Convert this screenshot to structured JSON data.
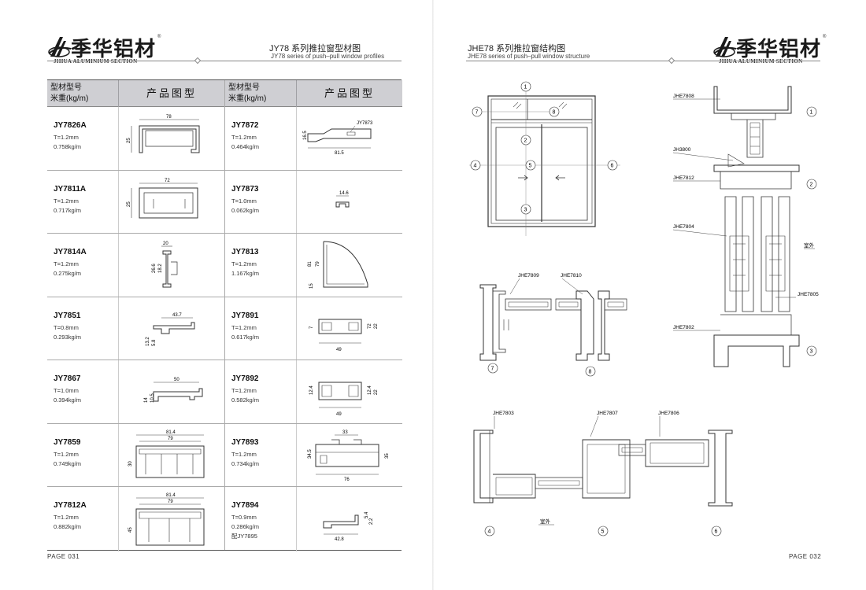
{
  "brand": {
    "name_cn": "季华铝材",
    "name_en": "JIHUA ALUMINIUM SECTION",
    "reg": "®"
  },
  "left_page": {
    "title_cn": "JY78 系列推拉窗型材图",
    "title_en": "JY78 series of push–pull window profiles",
    "page": "PAGE 031",
    "table_header": {
      "type_label": "型材型号",
      "weight_label": "米重(kg/m)",
      "image_label": "产品图型"
    },
    "col1": [
      {
        "code": "JY7826A",
        "t": "T=1.2mm",
        "w": "0.758kg/m",
        "dims": [
          "78",
          "25"
        ]
      },
      {
        "code": "JY7811A",
        "t": "T=1.2mm",
        "w": "0.717kg/m",
        "dims": [
          "72",
          "25"
        ]
      },
      {
        "code": "JY7814A",
        "t": "T=1.2mm",
        "w": "0.275kg/m",
        "dims": [
          "20",
          "26.6",
          "18.2"
        ]
      },
      {
        "code": "JY7851",
        "t": "T=0.8mm",
        "w": "0.293kg/m",
        "dims": [
          "43.7",
          "13.2",
          "5.8"
        ]
      },
      {
        "code": "JY7867",
        "t": "T=1.0mm",
        "w": "0.394kg/m",
        "dims": [
          "50",
          "14",
          "10.5"
        ]
      },
      {
        "code": "JY7859",
        "t": "T=1.2mm",
        "w": "0.749kg/m",
        "dims": [
          "81.4",
          "79",
          "30"
        ]
      },
      {
        "code": "JY7812A",
        "t": "T=1.2mm",
        "w": "0.882kg/m",
        "dims": [
          "81.4",
          "79",
          "45"
        ]
      }
    ],
    "col2": [
      {
        "code": "JY7872",
        "t": "T=1.2mm",
        "w": "0.464kg/m",
        "dims": [
          "JY7873",
          "16.5",
          "81.5"
        ]
      },
      {
        "code": "JY7873",
        "t": "T=1.0mm",
        "w": "0.062kg/m",
        "dims": [
          "14.6"
        ]
      },
      {
        "code": "JY7813",
        "t": "T=1.2mm",
        "w": "1.167kg/m",
        "dims": [
          "81",
          "79",
          "15"
        ]
      },
      {
        "code": "JY7891",
        "t": "T=1.2mm",
        "w": "0.617kg/m",
        "dims": [
          "7",
          "72",
          "22",
          "49"
        ]
      },
      {
        "code": "JY7892",
        "t": "T=1.2mm",
        "w": "0.582kg/m",
        "dims": [
          "12.4",
          "12.4",
          "22",
          "49"
        ]
      },
      {
        "code": "JY7893",
        "t": "T=1.2mm",
        "w": "0.734kg/m",
        "dims": [
          "33",
          "34.5",
          "35",
          "76"
        ]
      },
      {
        "code": "JY7894",
        "t": "T=0.9mm",
        "w": "0.286kg/m",
        "extra": "配JY7895",
        "dims": [
          "5.4",
          "2.2",
          "42.8"
        ]
      }
    ]
  },
  "right_page": {
    "title_cn": "JHE78 系列推拉窗结构图",
    "title_en": "JHE78 series of push–pull window structure",
    "page": "PAGE 032",
    "elevation_markers": [
      "1",
      "2",
      "3",
      "4",
      "5",
      "6",
      "7",
      "8"
    ],
    "detail78": {
      "labels": [
        "JHE7809",
        "JHE7810"
      ],
      "markers": [
        "7",
        "8"
      ]
    },
    "vertical": {
      "labels": [
        "JHE7808",
        "JH3800",
        "JHE7812",
        "JHE7804",
        "JHE7805",
        "JHE7802"
      ],
      "markers": [
        "1",
        "2",
        "3"
      ],
      "outdoor": "室外"
    },
    "horizontal": {
      "labels": [
        "JHE7803",
        "JHE7807",
        "JHE7806"
      ],
      "markers": [
        "4",
        "5",
        "6"
      ],
      "outdoor": "室外"
    }
  },
  "colors": {
    "header_fill": "#cfcfd3",
    "line": "#444444",
    "rule": "#888888"
  }
}
